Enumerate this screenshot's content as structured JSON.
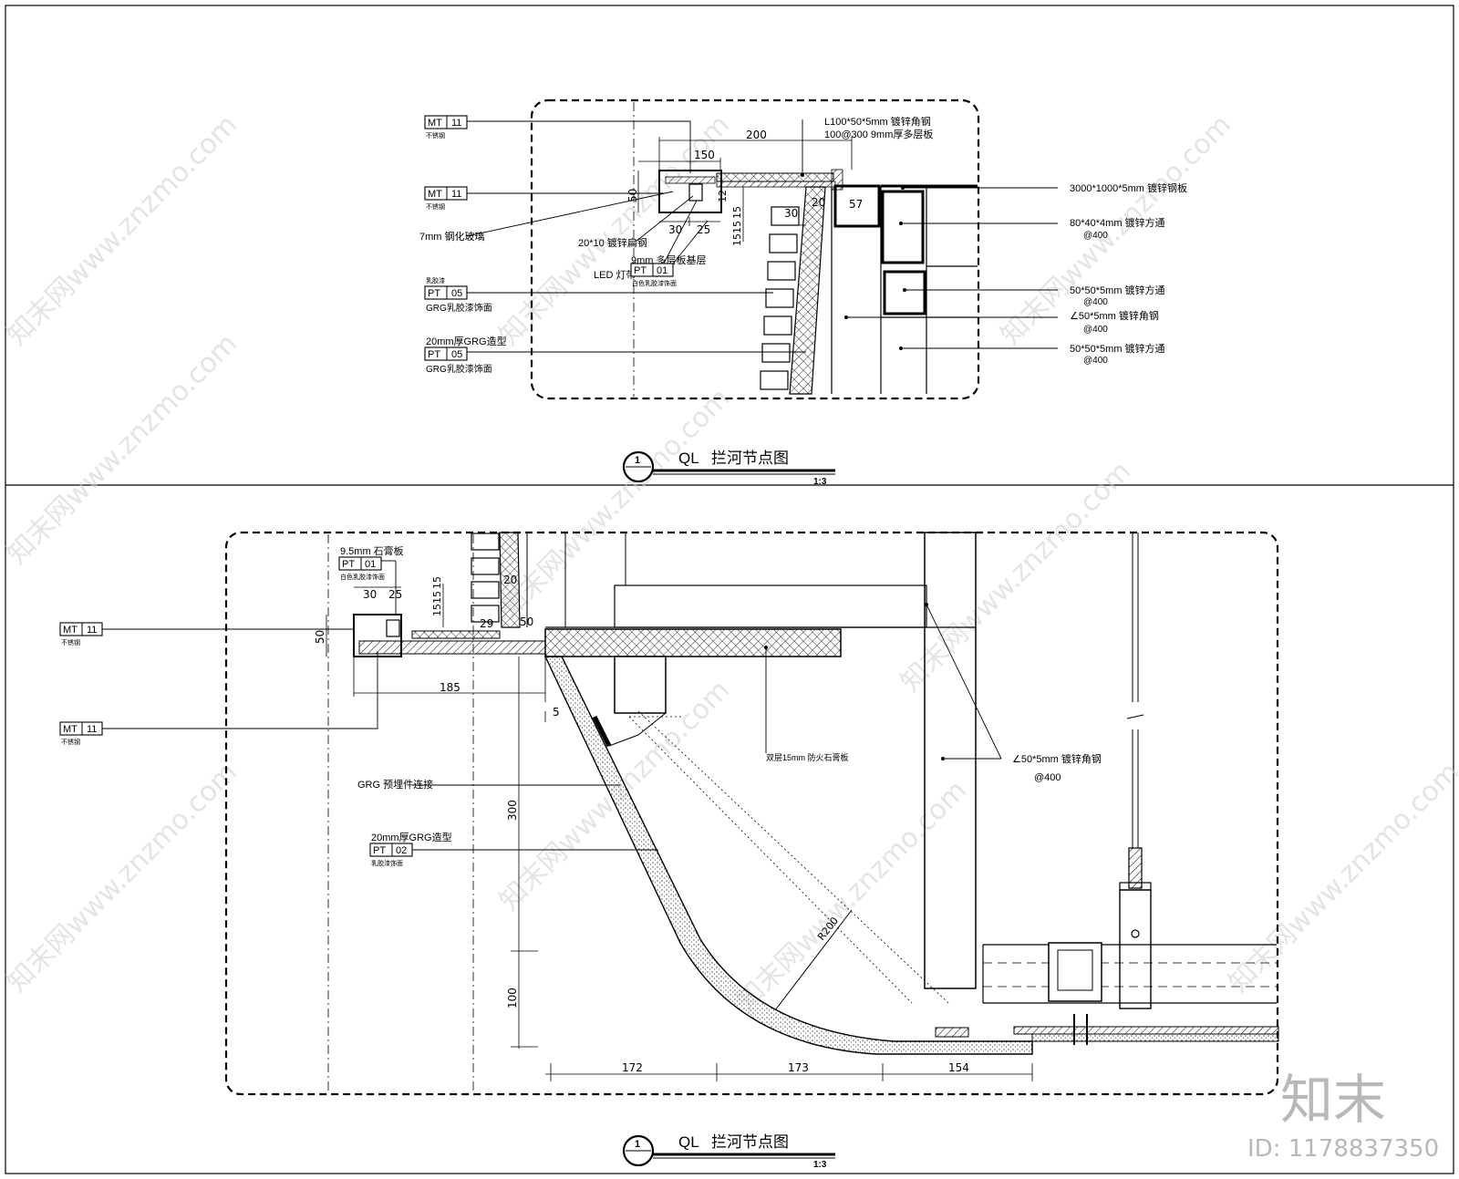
{
  "watermark": {
    "text": "知末网www.znzmo.com",
    "brand": "知末",
    "id_label": "ID: 1178837350"
  },
  "detail_top": {
    "title_code": "QL",
    "title": "拦河节点图",
    "scale": "1:3",
    "callout_number": "1",
    "tags": [
      {
        "code": "MT",
        "num": "11",
        "note": "不锈钢"
      },
      {
        "code": "MT",
        "num": "11",
        "note": "不锈钢"
      },
      {
        "code": "PT",
        "num": "01",
        "note": "白色乳胶漆饰面"
      },
      {
        "code": "PT",
        "num": "05",
        "note": "GRG乳胶漆饰面",
        "above": "乳胶漆"
      },
      {
        "code": "PT",
        "num": "05",
        "note": "GRG乳胶漆饰面",
        "above": "20mm厚GRG造型"
      }
    ],
    "labels": {
      "l100": "L100*50*5mm 镀锌角钢",
      "plate": "100@300 9mm厚多层板",
      "plate3000": "3000*1000*5mm 镀锌钢板",
      "tube80": "80*40*4mm 镀锌方通",
      "at400a": "@400",
      "tube50a": "50*50*5mm 镀锌方通",
      "at400b": "@400",
      "angle50": "∠50*5mm 镀锌角钢",
      "at400c": "@400",
      "tube50b": "50*50*5mm 镀锌方通",
      "at400d": "@400",
      "mm7": "7mm 钢化玻璃",
      "strip": "20*10 镀锌扁钢",
      "board9": "9mm 多层板基层",
      "led": "LED 灯带"
    },
    "dims": [
      "200",
      "150",
      "50",
      "30",
      "25",
      "12",
      "15",
      "15",
      "15",
      "30",
      "20",
      "57"
    ]
  },
  "detail_bottom": {
    "title_code": "QL",
    "title": "拦河节点图",
    "scale": "1:3",
    "callout_number": "1",
    "tags": [
      {
        "code": "PT",
        "num": "01",
        "note": "白色乳胶漆饰面",
        "above": "9.5mm 石膏板"
      },
      {
        "code": "MT",
        "num": "11",
        "note": "不锈钢"
      },
      {
        "code": "MT",
        "num": "11",
        "note": "不锈钢"
      },
      {
        "code": "PT",
        "num": "02",
        "note": "乳胶漆饰面",
        "above": "20mm厚GRG造型"
      }
    ],
    "labels": {
      "board15": "双层15mm 防火石膏板",
      "grg": "GRG 预埋件连接",
      "angle50": "∠50*5mm 镀锌角钢",
      "at400": "@400",
      "radius": "R200"
    },
    "dims": [
      "30",
      "25",
      "15",
      "15",
      "15",
      "20",
      "29",
      "50",
      "50",
      "185",
      "5",
      "300",
      "100",
      "172",
      "173",
      "154"
    ]
  }
}
